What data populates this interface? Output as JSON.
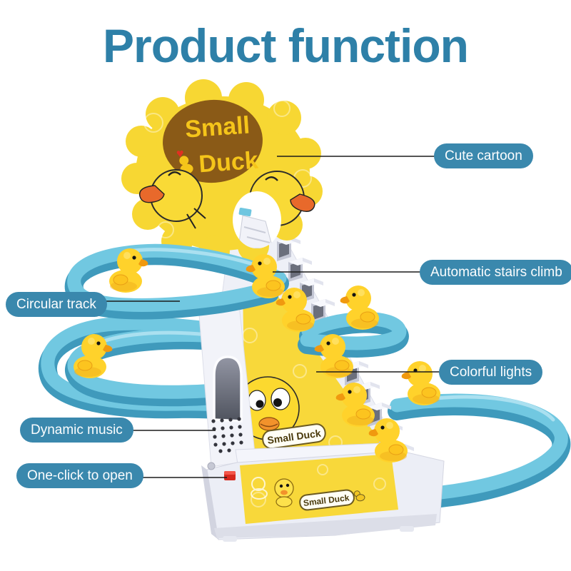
{
  "title": "Product function",
  "callouts": [
    {
      "label": "Cute cartoon"
    },
    {
      "label": "Automatic stairs climb"
    },
    {
      "label": "Circular track"
    },
    {
      "label": "Colorful lights"
    },
    {
      "label": "Dynamic music"
    },
    {
      "label": "One-click to open"
    }
  ],
  "product": {
    "sign": {
      "line1": "Small",
      "line2": "Duck"
    },
    "base_labels": [
      "Small Duck",
      "Small Duck"
    ]
  },
  "colors": {
    "accent": "#3a88ad",
    "title": "#2e80a8",
    "track_blue": "#71c8e1",
    "duck_yellow": "#ffd22b",
    "sign_yellow": "#f7d733",
    "sign_brown": "#8a5a17"
  }
}
